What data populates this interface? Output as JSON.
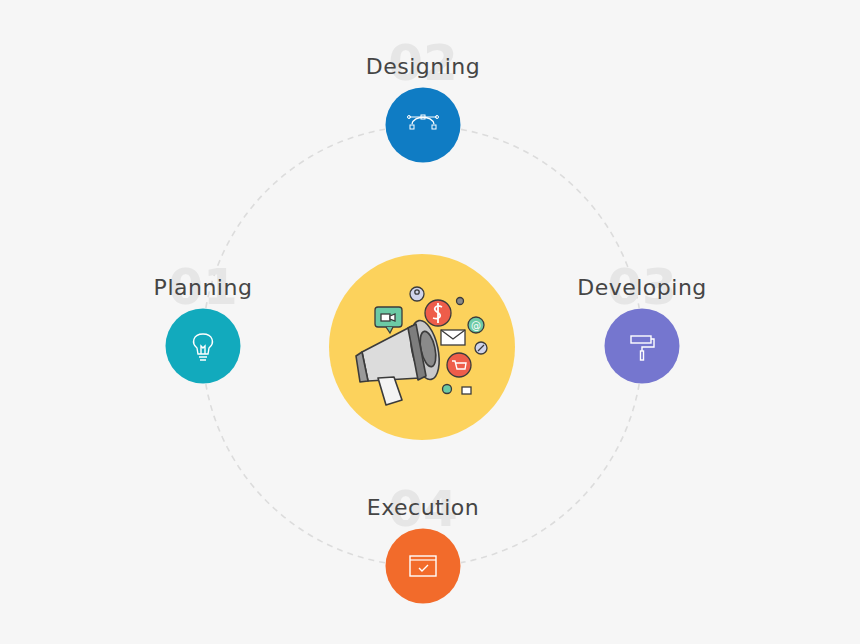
{
  "diagram": {
    "nodes": [
      {
        "text": [
          "Planning"
        ]
      },
      {
        "text": [
          "Designing"
        ]
      },
      {
        "text": [
          "Developing"
        ]
      },
      {
        "text": [
          "Execution"
        ]
      }
    ],
    "edges": [
      {
        "from": 0,
        "to": 1,
        "arrow": "none"
      },
      {
        "from": 1,
        "to": 2,
        "arrow": "none"
      },
      {
        "from": 2,
        "to": 3,
        "arrow": "none"
      },
      {
        "from": 3,
        "to": 0,
        "arrow": "none"
      }
    ],
    "labels": [
      "01",
      "02",
      "03",
      "04"
    ]
  }
}
